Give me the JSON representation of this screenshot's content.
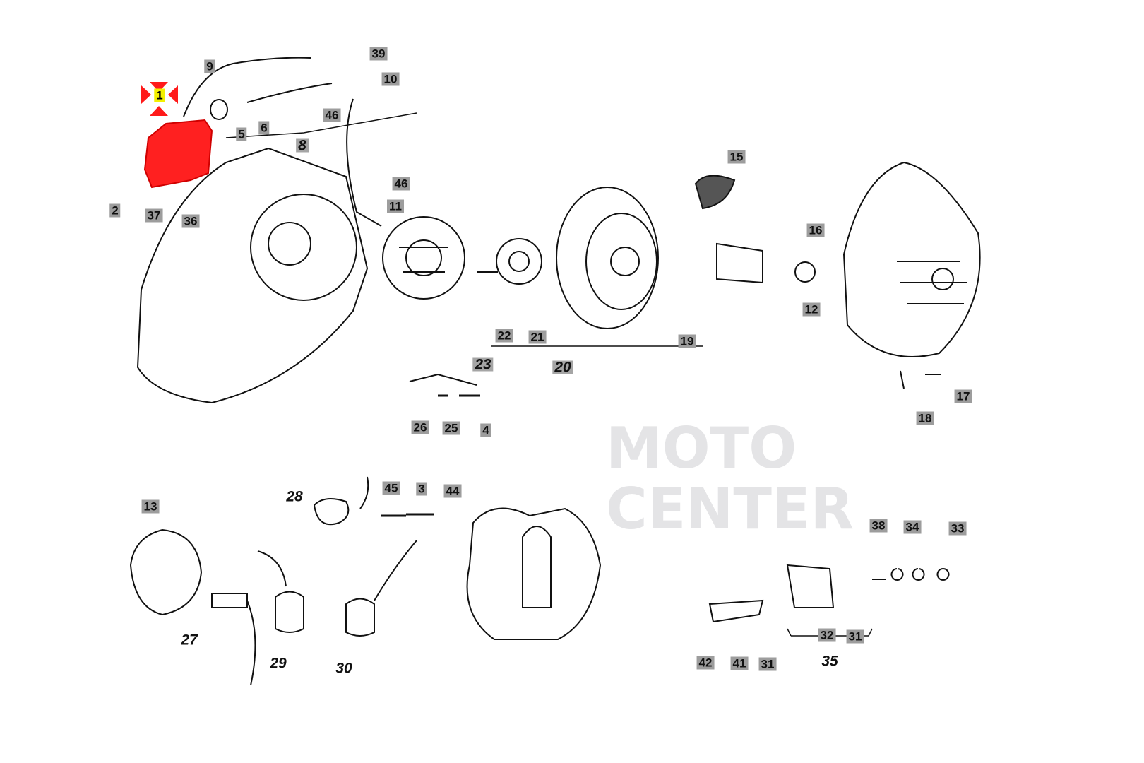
{
  "watermark": "MOTO\nCENTER",
  "selected_part": "1",
  "colors": {
    "highlight": "#ff1a1a",
    "label_bg": "#9d9d9d",
    "selected_label_bg": "#f3f000"
  },
  "labels": [
    "1",
    "9",
    "39",
    "10",
    "5",
    "6",
    "46",
    "8",
    "46",
    "2",
    "37",
    "36",
    "11",
    "15",
    "16",
    "12",
    "22",
    "21",
    "19",
    "23",
    "20",
    "17",
    "18",
    "26",
    "25",
    "4",
    "13",
    "28",
    "45",
    "3",
    "44",
    "38",
    "34",
    "33",
    "27",
    "29",
    "30",
    "32",
    "31",
    "42",
    "41",
    "31",
    "35"
  ]
}
